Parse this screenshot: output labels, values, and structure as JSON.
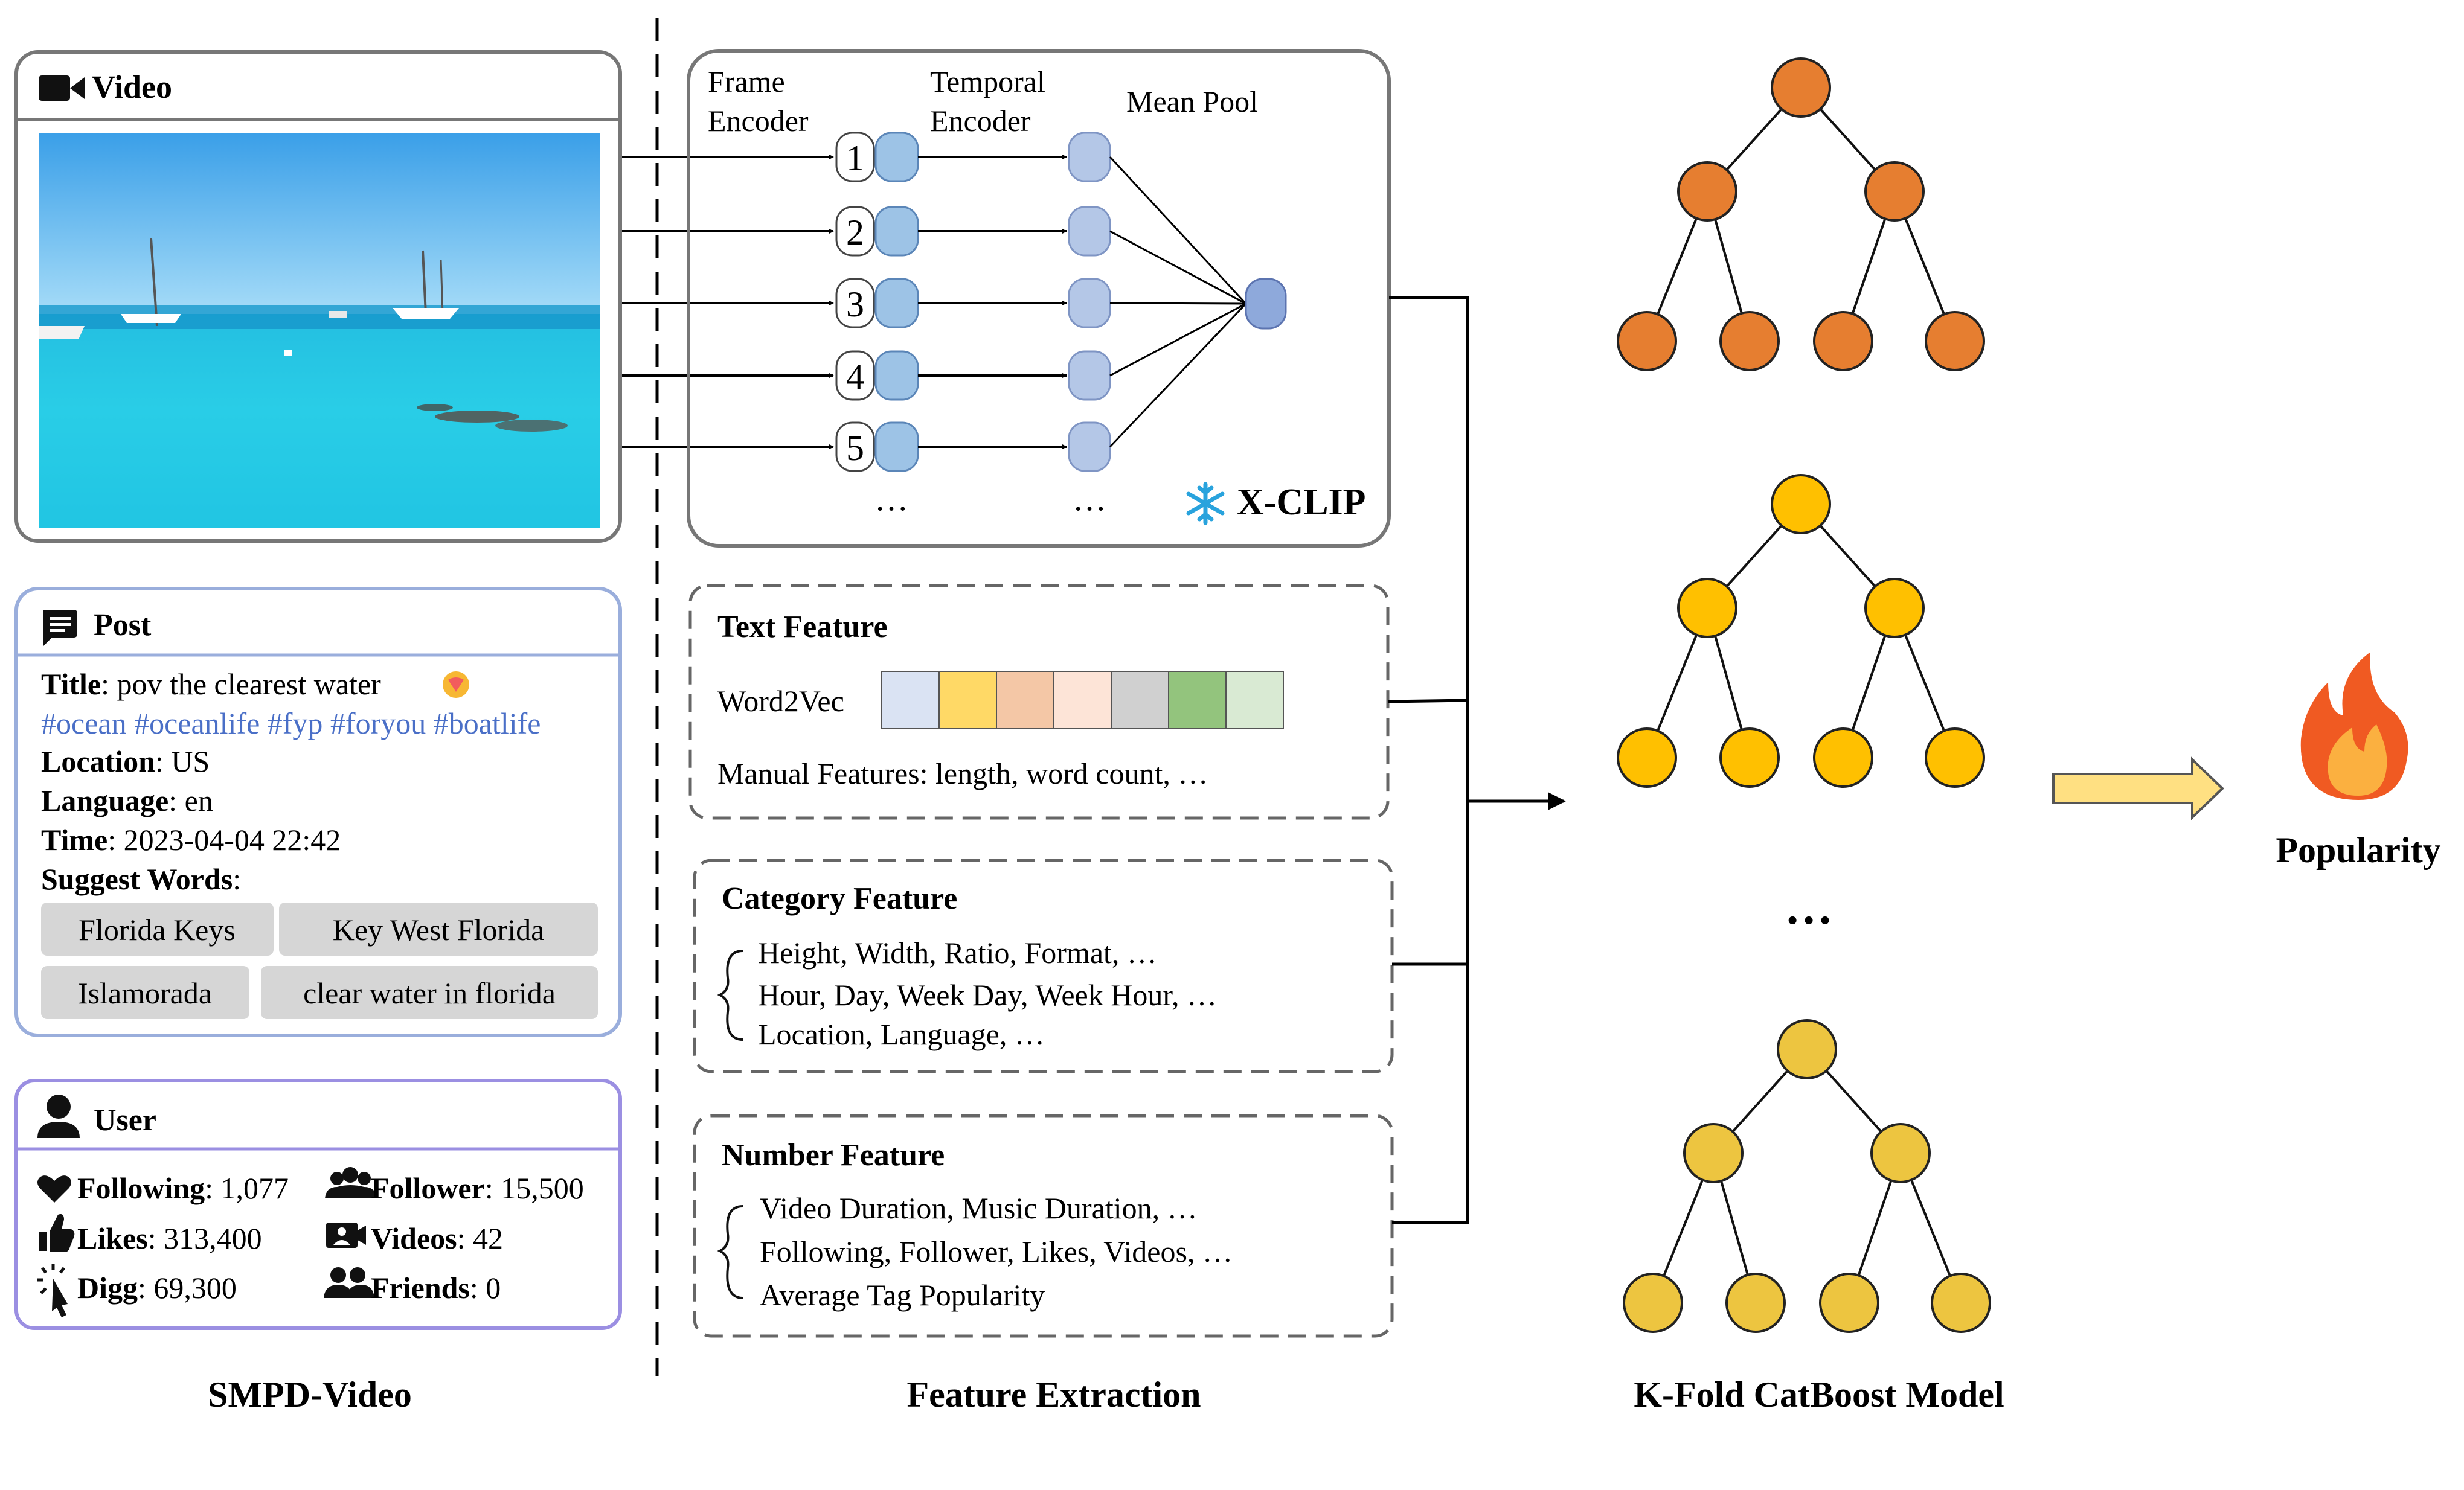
{
  "smpd": {
    "column_title": "SMPD-Video",
    "video": {
      "header": "Video",
      "icon": "video-camera-icon"
    },
    "post": {
      "header": "Post",
      "icon": "comment-icon",
      "title_label": "Title",
      "title_value": ": pov the clearest water",
      "title_emoji": "heart-hands-emoji",
      "hashtags": "#ocean #oceanlife #fyp #foryou #boatlife",
      "location_label": "Location",
      "location_value": ": US",
      "language_label": "Language",
      "language_value": ": en",
      "time_label": "Time",
      "time_value": ": 2023-04-04 22:42",
      "suggest_label": "Suggest Words",
      "suggest_colon": ":",
      "suggest_words": [
        "Florida Keys",
        "Key West Florida",
        "Islamorada",
        "clear water in florida"
      ]
    },
    "user": {
      "header": "User",
      "icon": "person-icon",
      "stats": [
        {
          "icon": "heart-icon",
          "label": "Following",
          "value": ": 1,077"
        },
        {
          "icon": "group-icon",
          "label": "Follower",
          "value": ": 15,500"
        },
        {
          "icon": "thumbs-up-icon",
          "label": "Likes",
          "value": ": 313,400"
        },
        {
          "icon": "video-badge-icon",
          "label": "Videos",
          "value": ": 42"
        },
        {
          "icon": "click-icon",
          "label": "Digg",
          "value": ": 69,300"
        },
        {
          "icon": "friends-icon",
          "label": "Friends",
          "value": ": 0"
        }
      ]
    }
  },
  "feature": {
    "column_title": "Feature Extraction",
    "xclip": {
      "frame_encoder": [
        "Frame",
        "Encoder"
      ],
      "temporal_encoder": [
        "Temporal",
        "Encoder"
      ],
      "mean_pool": "Mean Pool",
      "frames": [
        "1",
        "2",
        "3",
        "4",
        "5"
      ],
      "ellipsis": "…",
      "label": "X-CLIP",
      "icon": "snowflake-icon"
    },
    "text": {
      "title": "Text Feature",
      "word2vec": "Word2Vec",
      "vector_colors": [
        "#dae3f3",
        "#ffd966",
        "#f4c7a6",
        "#fde4d7",
        "#d0d0d0",
        "#93c47d",
        "#d9ead3"
      ],
      "manual": "Manual Features: length, word count, …"
    },
    "category": {
      "title": "Category Feature",
      "lines": [
        "Height, Width, Ratio, Format, …",
        "Hour, Day, Week Day, Week Hour, …",
        "Location, Language, …"
      ]
    },
    "number": {
      "title": "Number Feature",
      "lines": [
        "Video Duration, Music Duration, …",
        "Following, Follower, Likes, Videos, …",
        "Average Tag Popularity"
      ]
    }
  },
  "model": {
    "column_title": "K-Fold CatBoost Model",
    "ellipsis": "…",
    "tree_colors": [
      "#e67e30",
      "#ffc000",
      "#edc540"
    ]
  },
  "output": {
    "label": "Popularity",
    "icon": "fire-icon"
  }
}
